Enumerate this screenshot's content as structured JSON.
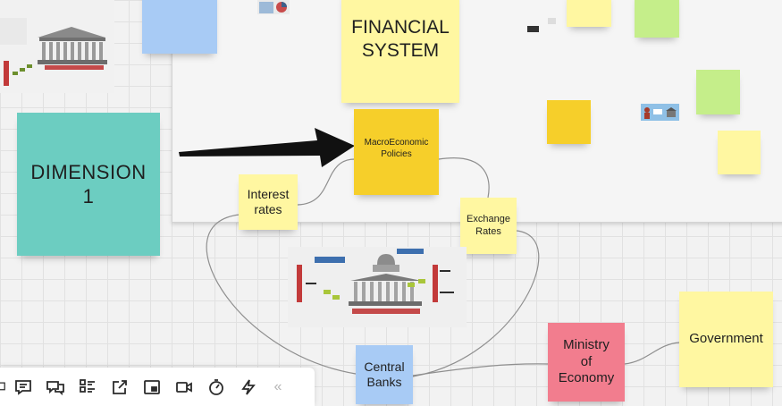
{
  "colors": {
    "yellow": "#fff7a1",
    "gold": "#f6cf2a",
    "teal": "#6ccdc1",
    "blue": "#a8cbf5",
    "green": "#c5ee8a",
    "pink": "#f27d8e",
    "arrow": "#111111"
  },
  "stickies": {
    "dimension": "DIMENSION\n1",
    "financial_system": "FINANCIAL\nSYSTEM",
    "macroeconomic": "MacroEconomic\nPolicies",
    "interest": "Interest\nrates",
    "exchange": "Exchange\nRates",
    "central_banks": "Central\nBanks",
    "ministry": "Ministry\nof\nEconomy",
    "government": "Government"
  },
  "toolbar": {
    "tools": [
      "comment-icon",
      "chat-icon",
      "card-icon",
      "grid-icon",
      "export-icon",
      "embed-icon",
      "video-icon",
      "timer-icon",
      "lightning-icon"
    ],
    "collapse_label": "«"
  }
}
